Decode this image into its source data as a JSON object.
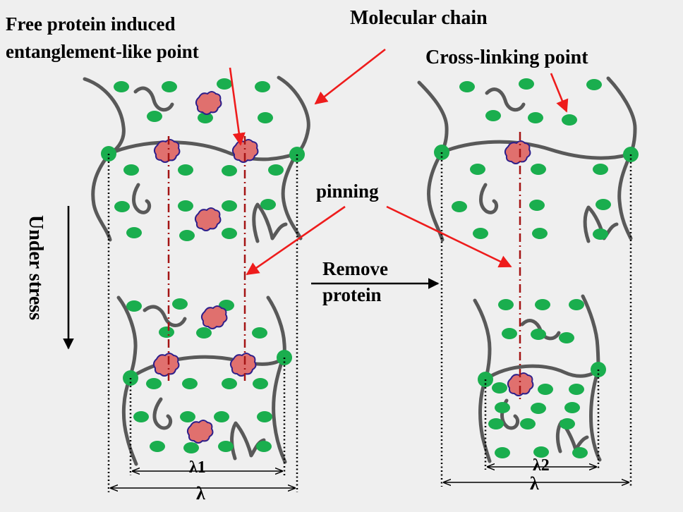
{
  "labels": {
    "free_protein_line1": "Free protein induced",
    "free_protein_line2": "entanglement-like point",
    "molecular_chain": "Molecular chain",
    "cross_linking_point": "Cross-linking point",
    "pinning": "pinning",
    "under_stress": "Under stress",
    "remove_line1": "Remove",
    "remove_line2": "protein",
    "lambda1": "λ1",
    "lambda": "λ",
    "lambda2": "λ2",
    "lambda_right": "λ"
  },
  "colors": {
    "background": "#efefef",
    "chain": "#595959",
    "crosslink_dot": "#1aae4e",
    "protein_blob": "#e0706e",
    "protein_outline": "#2e1f8a",
    "pointer_arrow": "#ee1c1c",
    "pinning_line": "#a41414"
  }
}
